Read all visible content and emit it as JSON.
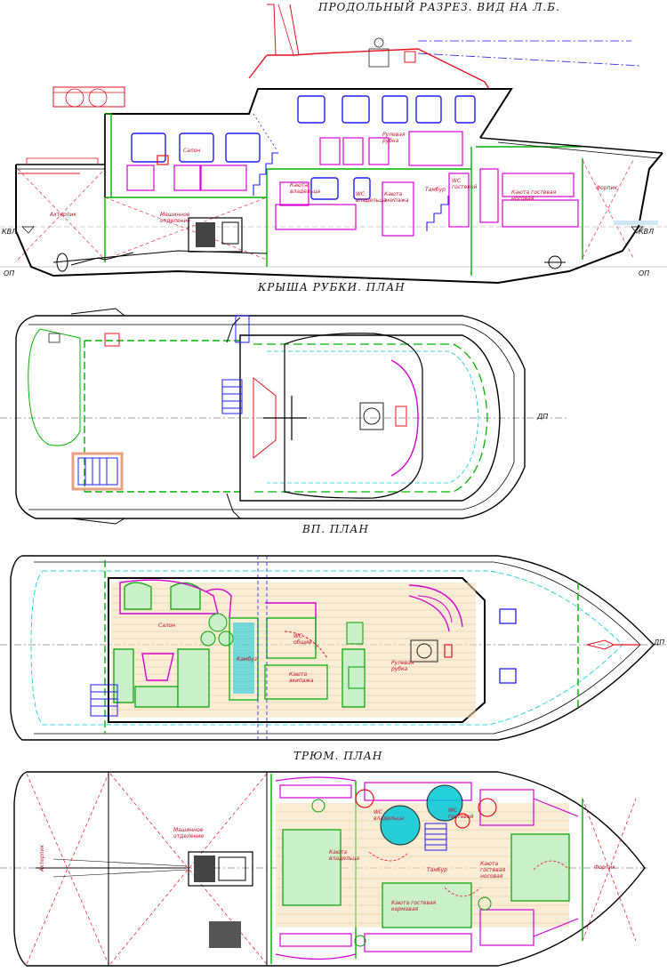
{
  "titles": {
    "profile": "ПРОДОЛЬНЫЙ РАЗРЕЗ. ВИД НА Л.Б.",
    "roof": "КРЫША РУБКИ.   ПЛАН",
    "upper_deck": "ВП.   ПЛАН",
    "hold": "ТРЮМ.   ПЛАН"
  },
  "profile_labels": {
    "kvl_left": "КВЛ",
    "kvl_right": "КВЛ",
    "op_left": "ОП",
    "op_right": "ОП",
    "afterpeak": "Ахтерпик",
    "engine_room": "Машинное отделение",
    "saloon": "Салон",
    "helm": "Рулевая рубка",
    "cabin_owner": "Каюта владельца",
    "tambour": "Тамбур",
    "wc_owner": "WC владельца",
    "wc_guest": "WC гостевой",
    "cabin_guest_bow": "Каюта гостевая носовая",
    "forepeak": "Форпик",
    "cabin_crew": "Каюта экипажа"
  },
  "roof_labels": {
    "centerline": "ДП"
  },
  "deck_labels": {
    "centerline": "ДП",
    "saloon": "Салон",
    "galley": "Камбуз",
    "wc_crew": "WC общий",
    "cabin_crew": "Каюта экипажа",
    "helm": "Рулевая рубка"
  },
  "hold_labels": {
    "afterpeak": "Ахтерпик",
    "engine_room": "Машинное отделение",
    "cabin_owner": "Каюта владельца",
    "tambour": "Тамбур",
    "wc_owner": "WC владельца",
    "wc_guest": "WC гостевой",
    "cabin_guest_bow": "Каюта гостевая носовая",
    "cabin_guest_stern": "Каюта гостевая кормовая",
    "forepeak": "Форпик"
  },
  "colors": {
    "hull": "#000000",
    "bulkhead": "#00b400",
    "interior": "#d400d4",
    "rail": "#e8101f",
    "window": "#1d1df0",
    "cyan": "#00c8d8",
    "deck": "#f5deb3"
  }
}
